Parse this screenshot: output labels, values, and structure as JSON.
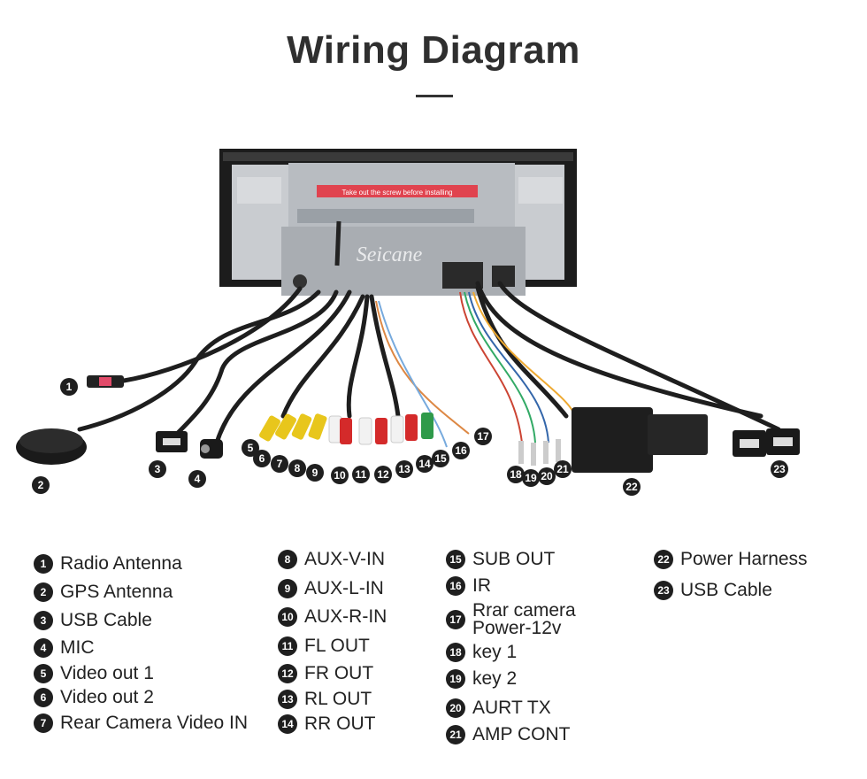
{
  "title": "Wiring Diagram",
  "watermark": "Seicane",
  "sticker_text": "Take out the screw before installing",
  "callouts": [
    "1",
    "2",
    "3",
    "4",
    "5",
    "6",
    "7",
    "8",
    "9",
    "10",
    "11",
    "12",
    "13",
    "14",
    "15",
    "16",
    "17",
    "18",
    "19",
    "20",
    "21",
    "22",
    "23"
  ],
  "legend": [
    {
      "num": "1",
      "label": "Radio Antenna"
    },
    {
      "num": "2",
      "label": "GPS Antenna"
    },
    {
      "num": "3",
      "label": "USB Cable"
    },
    {
      "num": "4",
      "label": "MIC"
    },
    {
      "num": "5",
      "label": "Video out 1"
    },
    {
      "num": "6",
      "label": "Video out 2"
    },
    {
      "num": "7",
      "label": "Rear Camera Video IN"
    },
    {
      "num": "8",
      "label": "AUX-V-IN"
    },
    {
      "num": "9",
      "label": "AUX-L-IN"
    },
    {
      "num": "10",
      "label": "AUX-R-IN"
    },
    {
      "num": "11",
      "label": "FL OUT"
    },
    {
      "num": "12",
      "label": "FR OUT"
    },
    {
      "num": "13",
      "label": "RL OUT"
    },
    {
      "num": "14",
      "label": "RR OUT"
    },
    {
      "num": "15",
      "label": "SUB OUT"
    },
    {
      "num": "16",
      "label": "IR"
    },
    {
      "num": "17",
      "label": "Rrar camera\nPower-12v"
    },
    {
      "num": "18",
      "label": "key 1"
    },
    {
      "num": "19",
      "label": "key 2"
    },
    {
      "num": "20",
      "label": "AURT TX"
    },
    {
      "num": "21",
      "label": "AMP CONT"
    },
    {
      "num": "22",
      "label": "Power Harness"
    },
    {
      "num": "23",
      "label": "USB Cable"
    }
  ]
}
